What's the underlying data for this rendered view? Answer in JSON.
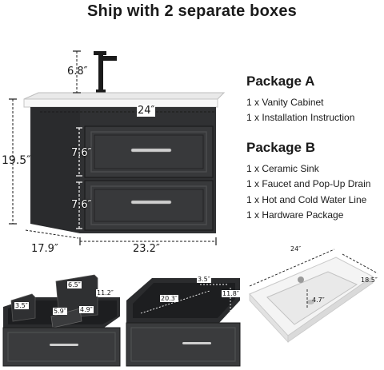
{
  "title": "Ship with 2 separate boxes",
  "package_a": {
    "heading": "Package A",
    "items": [
      "1 x Vanity Cabinet",
      "1 x Installation Instruction"
    ]
  },
  "package_b": {
    "heading": "Package B",
    "items": [
      "1 x Ceramic Sink",
      "1 x Faucet and Pop-Up Drain",
      "1 x Hot and Cold Water Line",
      "1 x Hardware Package"
    ]
  },
  "dimensions": {
    "faucet_height": "6.8″",
    "sink_width": "24″",
    "total_height": "19.5″",
    "drawer_top_height": "7.6″",
    "drawer_bottom_height": "7.6″",
    "depth": "17.9″",
    "cabinet_width": "23.2″"
  },
  "upper_drawer_dims": {
    "a": "3.5″",
    "b": "6.5″",
    "c": "11.2″",
    "d": "5.9″",
    "e": "4.9″"
  },
  "lower_drawer_dims": {
    "width": "20.3″",
    "depth": "3.5″",
    "height": "11.8″"
  },
  "sink_dims": {
    "width": "24″",
    "depth": "18.5″",
    "basin_depth": "4.7″"
  },
  "colors": {
    "cabinet": "#2a2b2d",
    "cabinet_face": "#333436",
    "countertop": "#f2f2f2",
    "handle": "#c9c9c9"
  }
}
